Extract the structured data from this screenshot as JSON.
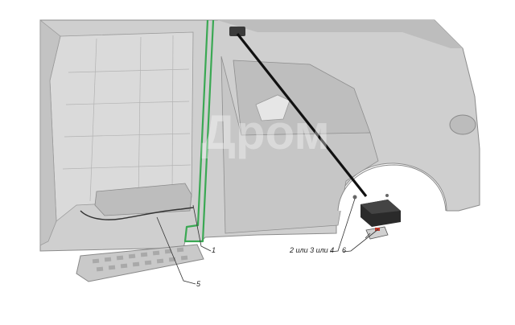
{
  "watermark": {
    "text": "Дром"
  },
  "callouts": [
    {
      "id": "1",
      "text": "1"
    },
    {
      "id": "5",
      "text": "5"
    },
    {
      "id": "2-3-4",
      "text": "2 или 3 или 4"
    },
    {
      "id": "6",
      "text": "6"
    }
  ],
  "colors": {
    "background": "#ffffff",
    "body": "#c9c9c9",
    "body_dark": "#a9a9a9",
    "highlight_outline": "#3aa853",
    "cable": "#111111",
    "module": "#2a2a2a"
  },
  "icons": {
    "control_module": "rectangular-module-icon",
    "connector": "connector-plug-icon",
    "fastener": "bolt-icon"
  }
}
